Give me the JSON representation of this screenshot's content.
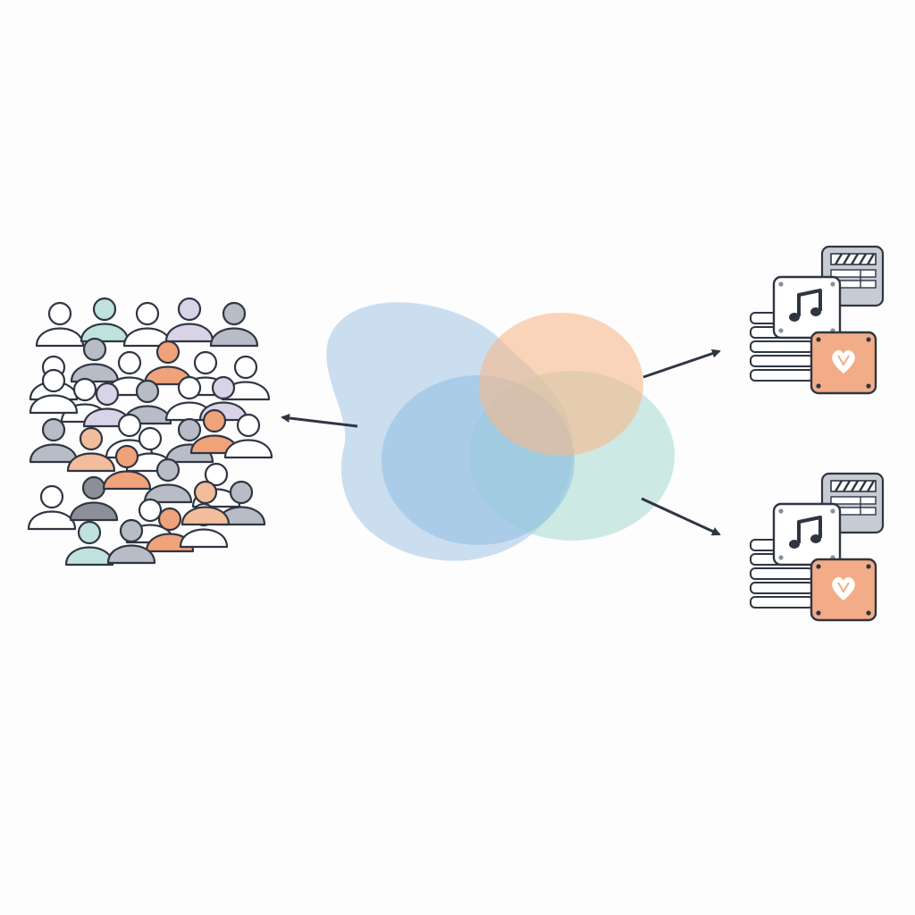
{
  "diagram": {
    "nodes": [
      {
        "id": "user-crowd",
        "kind": "people-group",
        "count": 36
      },
      {
        "id": "overlapping-clusters",
        "kind": "blob-cluster",
        "count": 3
      },
      {
        "id": "media-stack-top",
        "kind": "media-items",
        "items": [
          "film-clapper-icon",
          "music-note-icon",
          "heart-icon"
        ]
      },
      {
        "id": "media-stack-bottom",
        "kind": "media-items",
        "items": [
          "film-clapper-icon",
          "music-note-icon",
          "heart-icon"
        ]
      }
    ],
    "edges": [
      {
        "from": "overlapping-clusters",
        "to": "user-crowd"
      },
      {
        "from": "overlapping-clusters",
        "to": "media-stack-top"
      },
      {
        "from": "overlapping-clusters",
        "to": "media-stack-bottom"
      }
    ]
  },
  "colors": {
    "outline": "#2f3542",
    "blob_blue": "#a9c9e8",
    "blob_blue_inner": "#8fbde3",
    "blob_peach": "#f6b98a",
    "blob_teal": "#a6d8d0",
    "person_white": "#ffffff",
    "person_gray": "#b7bcc6",
    "person_dark_gray": "#8a8f98",
    "person_teal": "#bfe3dc",
    "person_lavender": "#d9d3e8",
    "person_orange": "#f0a27a",
    "person_peach": "#f3bc9a",
    "card_orange": "#f3ac88",
    "card_gray": "#c7cbd3",
    "heart": "#ffffff"
  }
}
